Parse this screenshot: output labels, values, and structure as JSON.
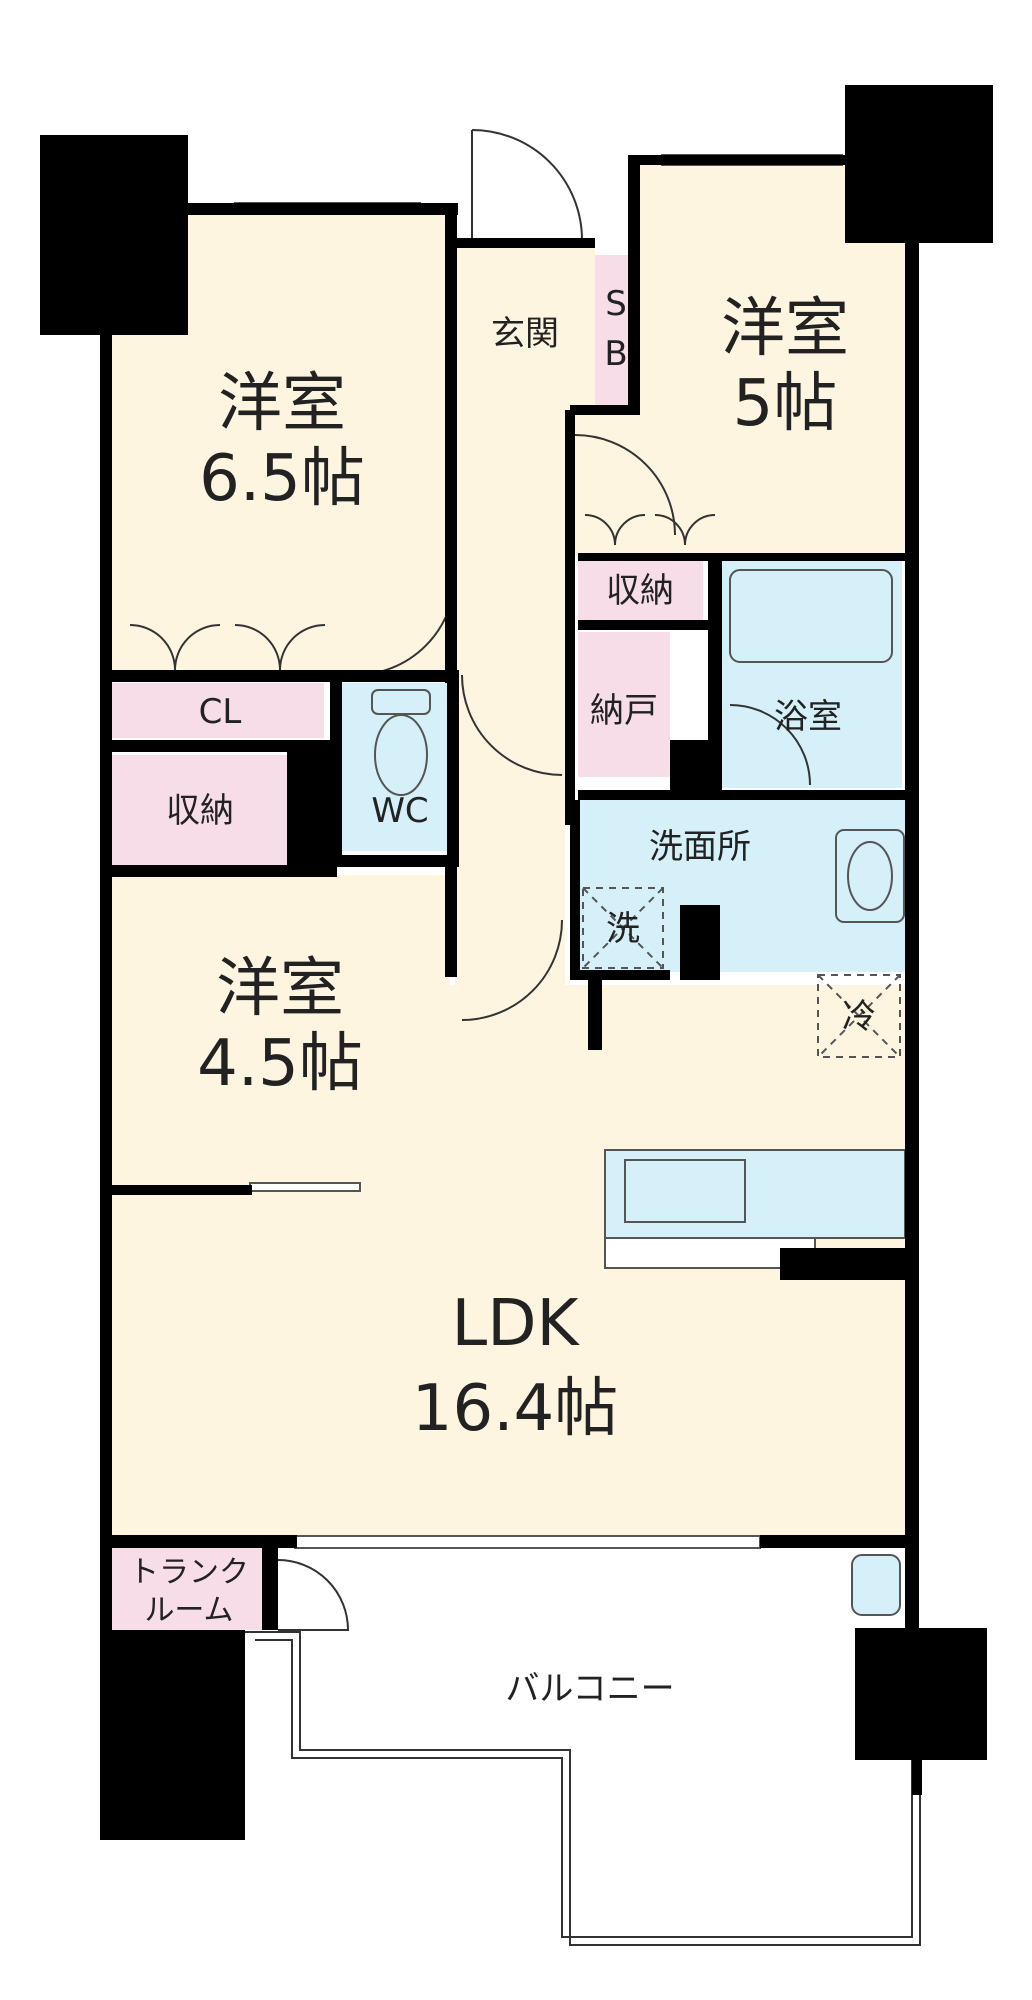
{
  "colors": {
    "room_fill": "#fdf5e0",
    "storage_fill": "#f7dde8",
    "wet_fill": "#d6f0fa",
    "balcony_fill": "#ffffff",
    "wall": "#000000",
    "text": "#222222"
  },
  "rooms": {
    "western_room_a": {
      "name": "洋室",
      "size": "6.5帖"
    },
    "western_room_b": {
      "name": "洋室",
      "size": "5帖"
    },
    "western_room_c": {
      "name": "洋室",
      "size": "4.5帖"
    },
    "ldk": {
      "name": "LDK",
      "size": "16.4帖"
    },
    "entrance": "玄関",
    "shoe_box_s": "S",
    "shoe_box_b": "B",
    "storage_upper": "収納",
    "storage_left": "収納",
    "closet": "CL",
    "pantry": "納戸",
    "bathroom": "浴室",
    "washroom": "洗面所",
    "toilet": "WC",
    "washer": "洗",
    "fridge": "冷",
    "trunk_room_line1": "トランク",
    "trunk_room_line2": "ルーム",
    "balcony": "バルコニー"
  }
}
